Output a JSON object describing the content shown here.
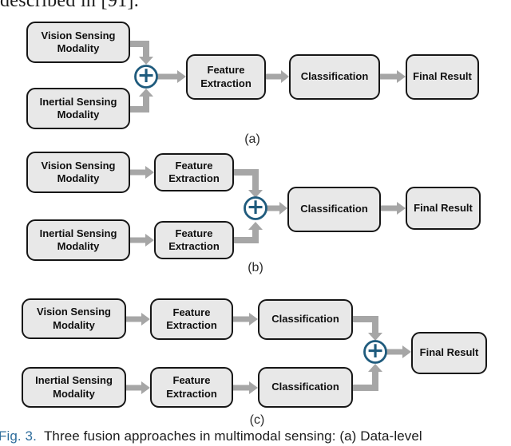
{
  "top_text": "described in [91].",
  "figure": {
    "boxes": {
      "vision": "Vision Sensing Modality",
      "inertial": "Inertial Sensing Modality",
      "feature_extraction": "Feature Extraction",
      "classification": "Classification",
      "final_result": "Final Result"
    },
    "fusion_symbol": "+",
    "sublabels": {
      "a": "(a)",
      "b": "(b)",
      "c": "(c)"
    },
    "colors": {
      "box_fill": "#e8e8e8",
      "box_border": "#161616",
      "arrow_gray": "#a6a6a6",
      "fusion_blue": "#1f5b7d",
      "caption_fig_blue": "#2e6d9c"
    }
  },
  "caption": {
    "fig_label": "Fig. 3.",
    "text": "Three fusion approaches in multimodal sensing: (a) Data-level"
  }
}
